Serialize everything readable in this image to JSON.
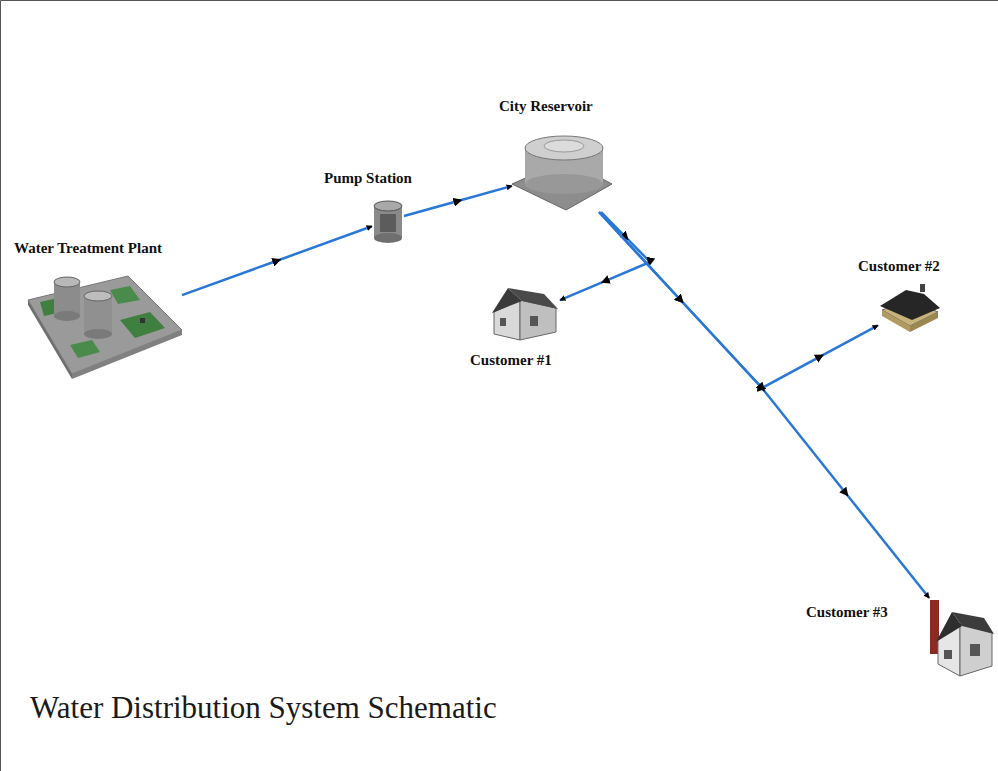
{
  "diagram": {
    "title": "Water Distribution System Schematic",
    "nodes": [
      {
        "text": [
          "Water Treatment Plant"
        ]
      },
      {
        "text": [
          "Pump Station"
        ]
      },
      {
        "text": [
          "City Reservoir"
        ]
      },
      {
        "text": [
          "Customer #1"
        ]
      },
      {
        "text": [
          "Customer #2"
        ]
      },
      {
        "text": [
          "Customer #3"
        ]
      }
    ],
    "edges": [
      {
        "from": 0,
        "to": 1,
        "arrow": "to"
      },
      {
        "from": 1,
        "to": 2,
        "arrow": "to"
      },
      {
        "from": 2,
        "to": 3,
        "arrow": "to"
      },
      {
        "from": 2,
        "to": 4,
        "arrow": "to"
      },
      {
        "from": 2,
        "to": 5,
        "arrow": "to"
      }
    ]
  }
}
